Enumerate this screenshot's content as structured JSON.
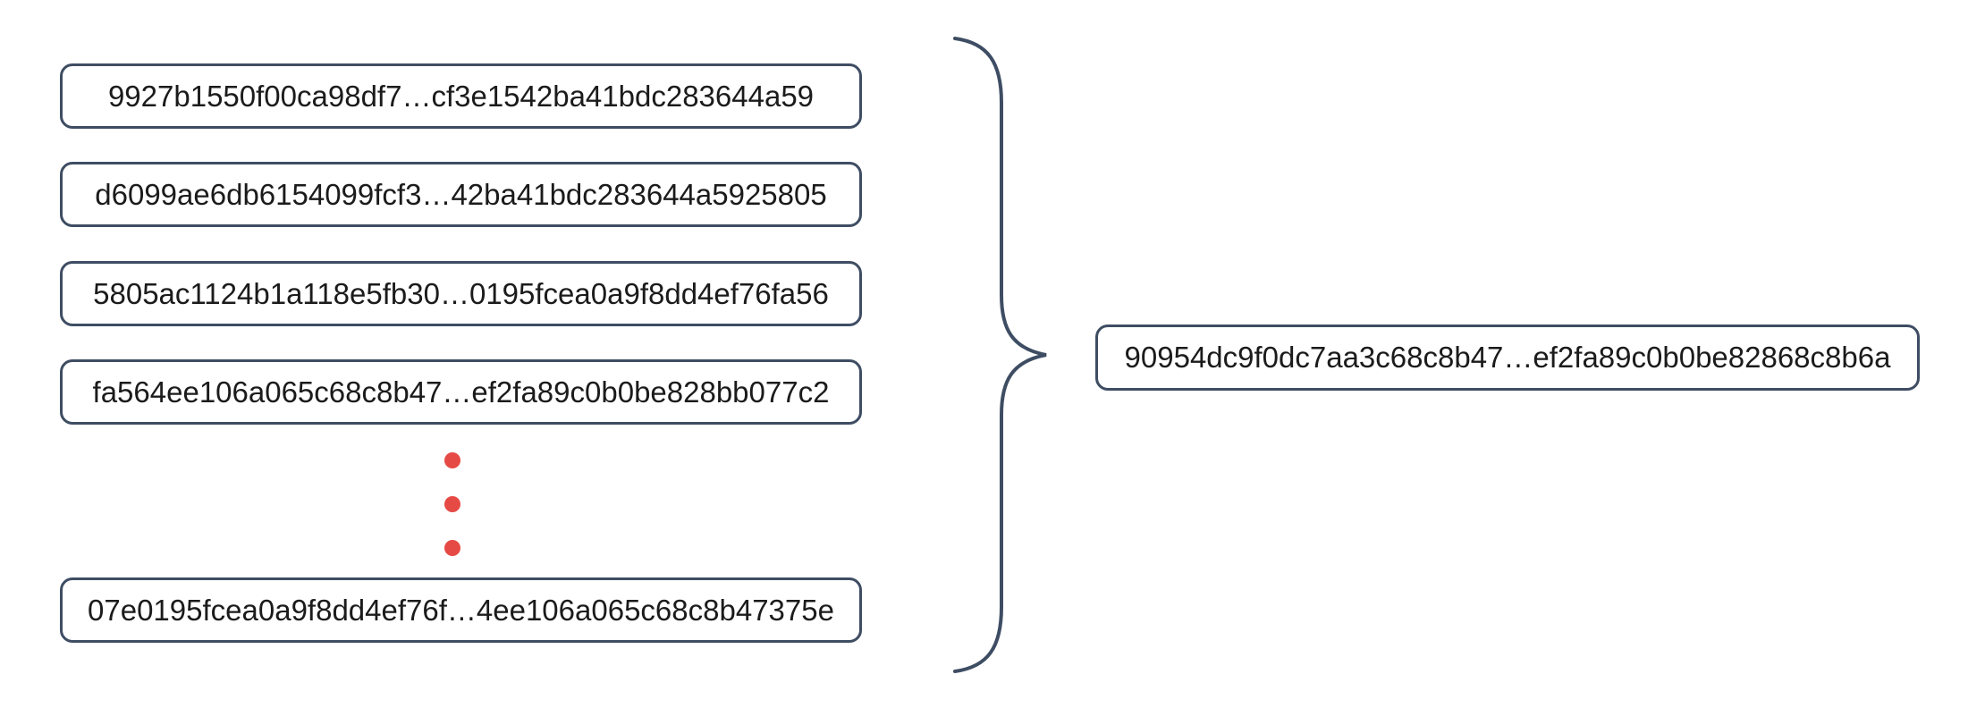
{
  "colors": {
    "stroke": "#3e4d63",
    "dot": "#e64a45",
    "text": "#1b1b1b",
    "background": "#ffffff"
  },
  "diagram": {
    "input_blocks": [
      "9927b1550f00ca98df7…cf3e1542ba41bdc283644a59",
      "d6099ae6db6154099fcf3…42ba41bdc283644a5925805",
      "5805ac1124b1a118e5fb30…0195fcea0a9f8dd4ef76fa56",
      "fa564ee106a065c68c8b47…ef2fa89c0b0be828bb077c2",
      "07e0195fcea0a9f8dd4ef76f…4ee106a065c68c8b47375e"
    ],
    "output_block": "90954dc9f0dc7aa3c68c8b47…ef2fa89c0b0be82868c8b6a",
    "ellipsis_dot_count": 3,
    "icons": {
      "brace": "right-curly-brace",
      "ellipsis": "vertical-ellipsis-red-dots"
    }
  }
}
